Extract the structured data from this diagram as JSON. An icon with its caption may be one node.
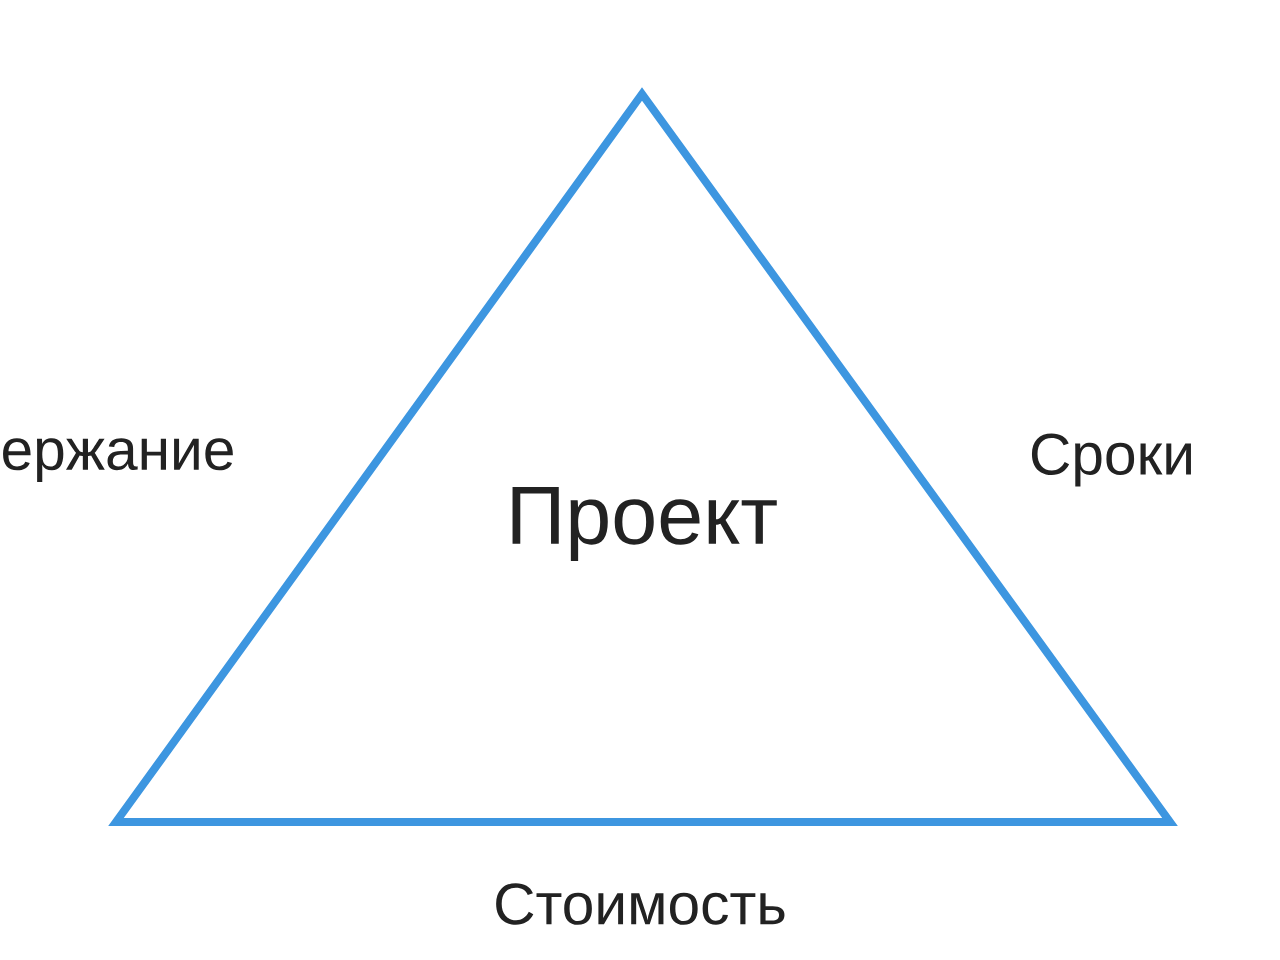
{
  "diagram": {
    "nodes": [
      {
        "text": [
          "Проект"
        ]
      }
    ],
    "edges": [],
    "labels": [
      "ержание",
      "Сроки",
      "Стоимость"
    ]
  }
}
